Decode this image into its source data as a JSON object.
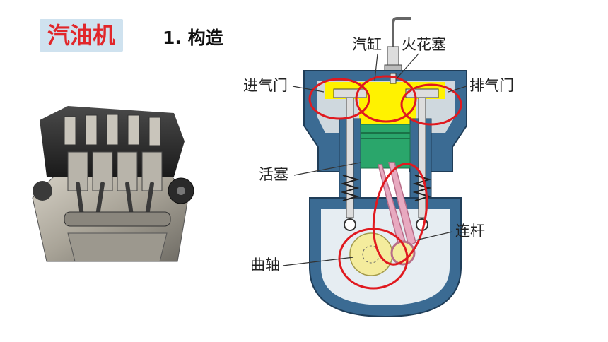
{
  "slide": {
    "title": "汽油机",
    "subtitle": "1. 构造"
  },
  "colors": {
    "title_red": "#e1262a",
    "title_bg": "#cfe2ef",
    "engine_blue": "#3b6b93",
    "chamber_yellow": "#fff200",
    "piston_green": "#2aa66b",
    "circle_red": "#e0191f",
    "crank_yellow": "#f4ec9d",
    "rod_pink": "#e8a9c0"
  },
  "diagram": {
    "labels": {
      "cylinder": "汽缸",
      "spark_plug": "火花塞",
      "intake_valve": "进气门",
      "exhaust_valve": "排气门",
      "piston": "活塞",
      "connecting_rod": "连杆",
      "crankshaft": "曲轴"
    }
  }
}
